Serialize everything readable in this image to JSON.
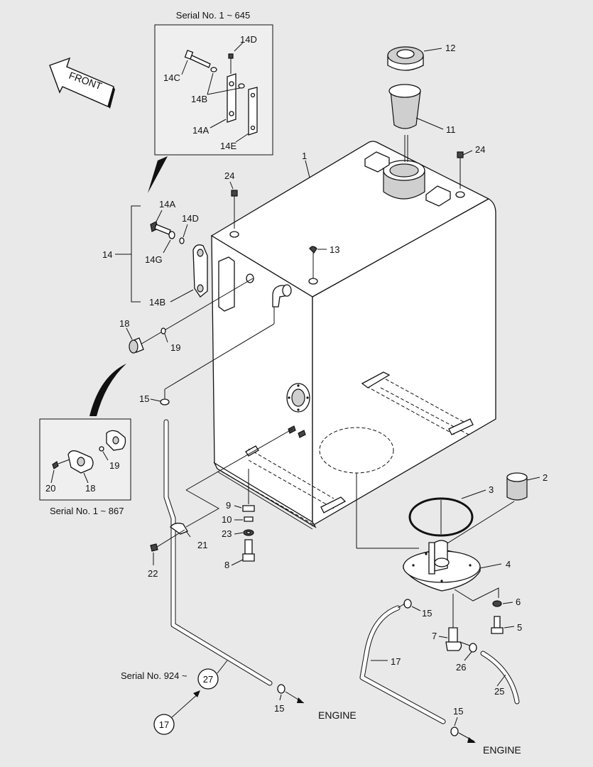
{
  "callouts": {
    "serial_top": "Serial No. 1 ~ 645",
    "serial_left": "Serial No. 1 ~ 867",
    "serial_bottom": "Serial No. 924 ~",
    "front": "FRONT",
    "engine_left": "ENGINE",
    "engine_right": "ENGINE"
  },
  "labels": {
    "p1": "1",
    "p2": "2",
    "p3": "3",
    "p4": "4",
    "p5": "5",
    "p6": "6",
    "p7": "7",
    "p8": "8",
    "p9": "9",
    "p10": "10",
    "p11": "11",
    "p12": "12",
    "p13": "13",
    "p14": "14",
    "p14a_inset": "14A",
    "p14a": "14A",
    "p14b_inset": "14B",
    "p14b": "14B",
    "p14c": "14C",
    "p14d_inset": "14D",
    "p14d": "14D",
    "p14e": "14E",
    "p14g": "14G",
    "p15_a": "15",
    "p15_b": "15",
    "p15_c": "15",
    "p15_d": "15",
    "p17_line": "17",
    "p17_circle": "17",
    "p18": "18",
    "p18_inset": "18",
    "p19": "19",
    "p19_inset": "19",
    "p20": "20",
    "p21": "21",
    "p22": "22",
    "p23": "23",
    "p24_a": "24",
    "p24_b": "24",
    "p25": "25",
    "p26": "26",
    "p27": "27"
  },
  "colors": {
    "background": "#e9e9e9",
    "ink": "#111111"
  }
}
